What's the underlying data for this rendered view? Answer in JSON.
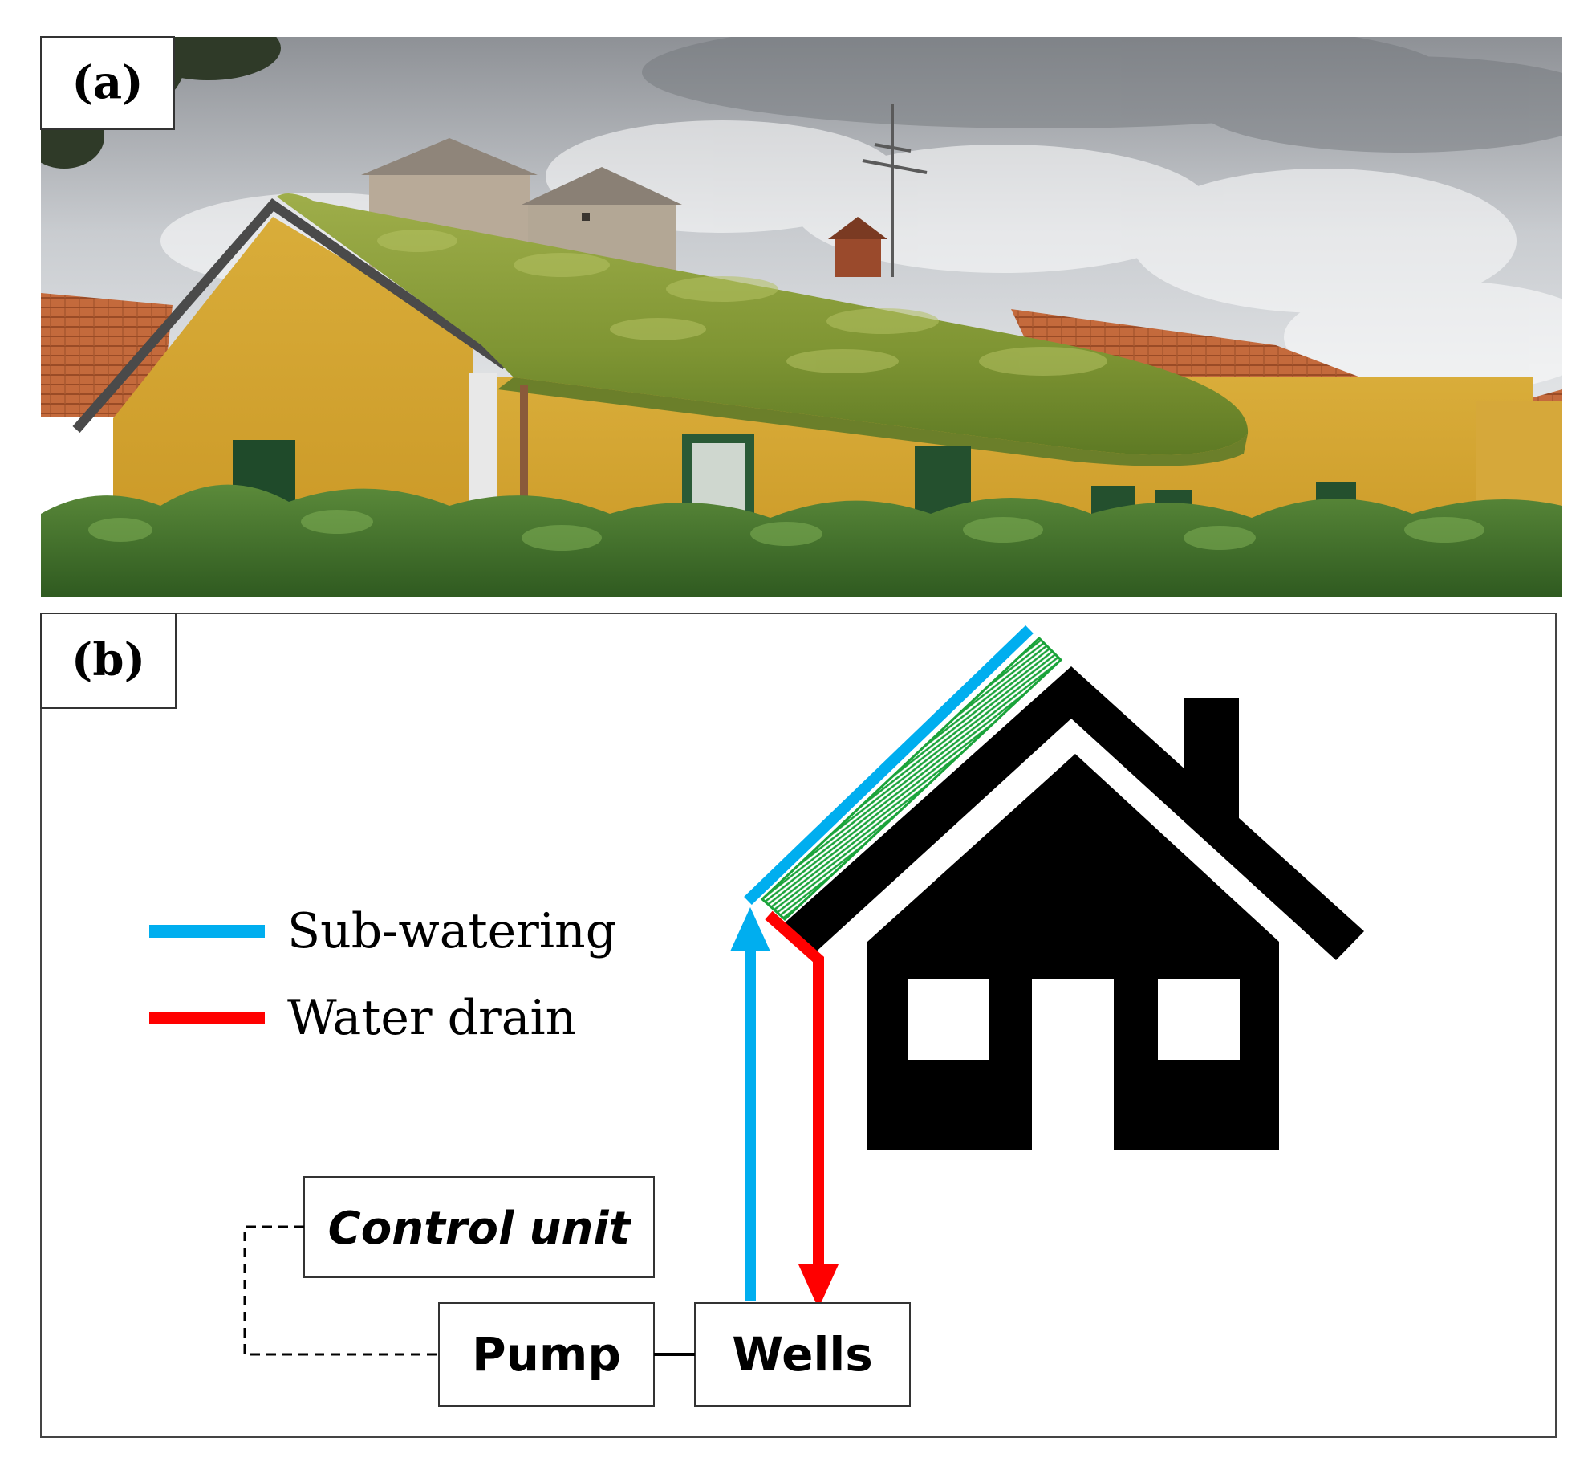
{
  "panel_a": {
    "label": "(a)"
  },
  "panel_b": {
    "label": "(b)",
    "legend": [
      {
        "label": "Sub-watering",
        "color": "#00aeef"
      },
      {
        "label": "Water drain",
        "color": "#ff0000"
      }
    ],
    "boxes": {
      "control_unit": "Control unit",
      "pump": "Pump",
      "wells": "Wells"
    },
    "colors": {
      "green_layer": "#1aa33a",
      "house": "#000000"
    }
  }
}
